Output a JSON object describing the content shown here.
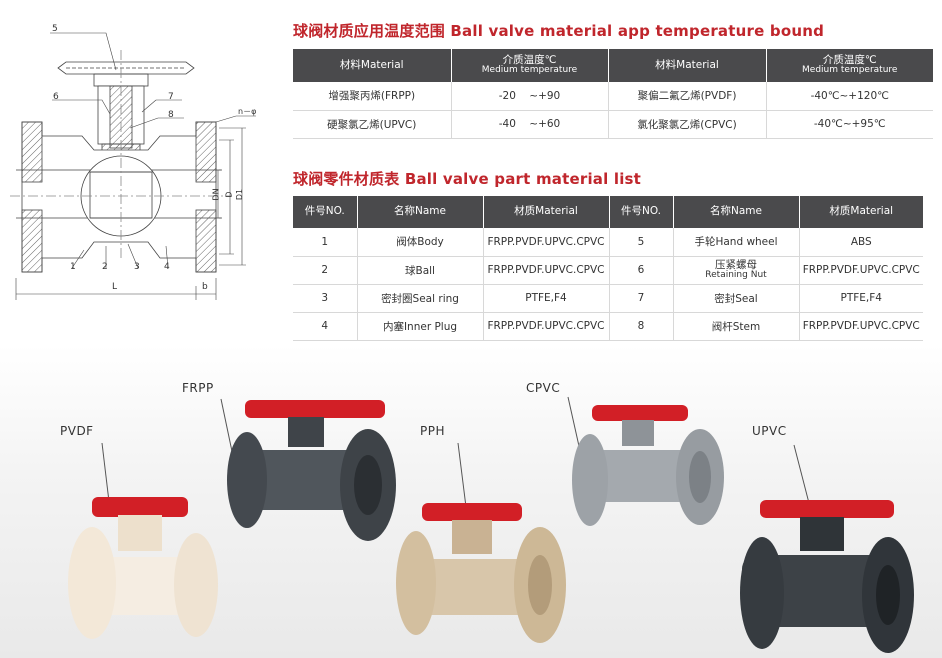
{
  "colors": {
    "title_red": "#c0262c",
    "header_gray": "#4a4a4c",
    "handle_red": "#d21f26"
  },
  "temp_section": {
    "title": "球阀材质应用温度范围 Ball valve material app temperature bound",
    "headers": {
      "material": "材料Material",
      "temp_cn": "介质温度℃",
      "temp_en": "Medium temperature"
    },
    "rows": [
      {
        "m1": "增强聚丙烯(FRPP)",
        "t1": "-20    ~+90",
        "m2": "聚偏二氟乙烯(PVDF)",
        "t2": "-40℃~+120℃"
      },
      {
        "m1": "硬聚氯乙烯(UPVC)",
        "t1": "-40    ~+60",
        "m2": "氯化聚氯乙烯(CPVC)",
        "t2": "-40℃~+95℃"
      }
    ]
  },
  "parts_section": {
    "title": "球阀零件材质表 Ball valve part material list",
    "headers": {
      "no": "件号NO.",
      "name": "名称Name",
      "material": "材质Material"
    },
    "rows": [
      {
        "n1": "1",
        "name1": "阀体Body",
        "mat1": "FRPP.PVDF.UPVC.CPVC",
        "n2": "5",
        "name2": "手轮Hand wheel",
        "mat2": "ABS"
      },
      {
        "n1": "2",
        "name1": "球Ball",
        "mat1": "FRPP.PVDF.UPVC.CPVC",
        "n2": "6",
        "name2": "压紧螺母",
        "name2b": "Retaining Nut",
        "mat2": "FRPP.PVDF.UPVC.CPVC"
      },
      {
        "n1": "3",
        "name1": "密封圈Seal ring",
        "mat1": "PTFE,F4",
        "n2": "7",
        "name2": "密封Seal",
        "mat2": "PTFE,F4"
      },
      {
        "n1": "4",
        "name1": "内塞Inner Plug",
        "mat1": "FRPP.PVDF.UPVC.CPVC",
        "n2": "8",
        "name2": "阀杆Stem",
        "mat2": "FRPP.PVDF.UPVC.CPVC"
      }
    ]
  },
  "drawing": {
    "callouts": [
      "1",
      "2",
      "3",
      "4",
      "5",
      "6",
      "7",
      "8"
    ],
    "dims": {
      "dn": "DN",
      "d": "D",
      "d1": "D1",
      "l": "L",
      "b": "b",
      "holes": "n－φ"
    }
  },
  "products": {
    "pvdf": "PVDF",
    "frpp": "FRPP",
    "pph": "PPH",
    "cpvc": "CPVC",
    "upvc": "UPVC"
  }
}
